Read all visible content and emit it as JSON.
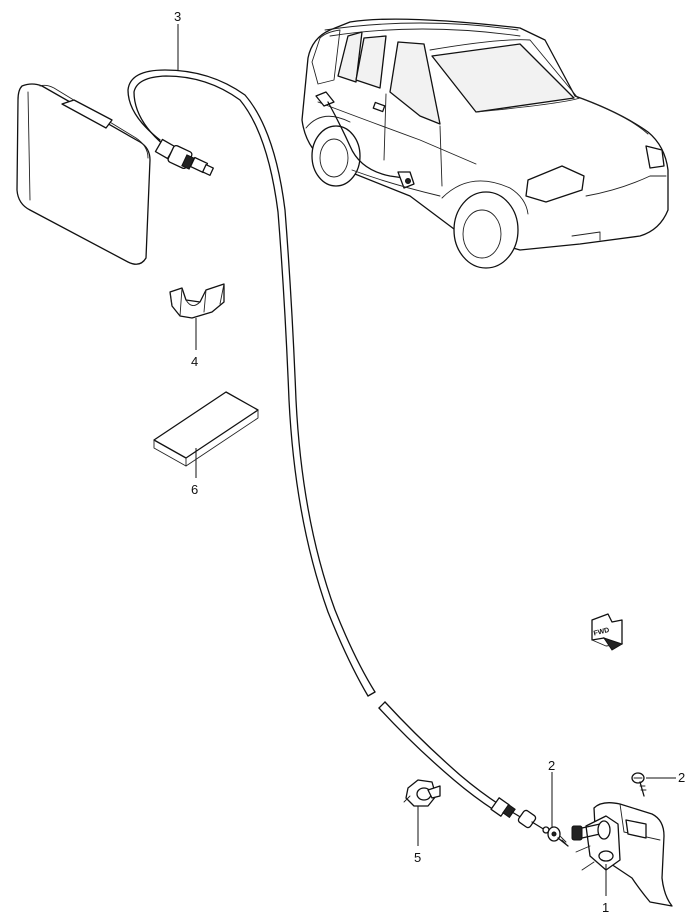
{
  "callouts": [
    {
      "id": "callout-3",
      "number": "3"
    },
    {
      "id": "callout-4",
      "number": "4"
    },
    {
      "id": "callout-6",
      "number": "6"
    },
    {
      "id": "callout-2a",
      "number": "2"
    },
    {
      "id": "callout-2b",
      "number": "2"
    },
    {
      "id": "callout-5",
      "number": "5"
    },
    {
      "id": "callout-1",
      "number": "1"
    }
  ],
  "fwd_badge": {
    "text": "FWD"
  }
}
